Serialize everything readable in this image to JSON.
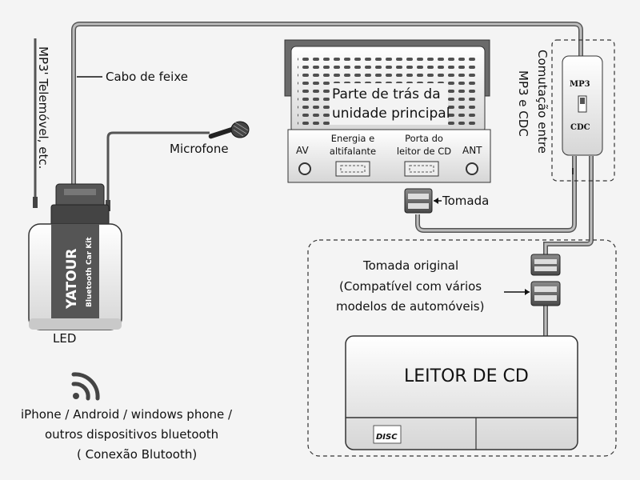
{
  "labels": {
    "mp3_phone": "MP3' Telemóvel, etc.",
    "beam_cable": "Cabo de feixe",
    "microphone": "Microfone",
    "head_unit_back_1": "Parte de trás da",
    "head_unit_back_2": "unidade principal",
    "av": "AV",
    "power_speaker_1": "Energia e",
    "power_speaker_2": "altifalante",
    "cd_port_1": "Porta do",
    "cd_port_2": "leitor de CD",
    "ant": "ANT",
    "plug": "Tomada",
    "switch_line1": "Comutação entre",
    "switch_line2": "MP3 e CDC",
    "switch_mp3": "MP3",
    "switch_cdc": "CDC",
    "orig_1": "Tomada original",
    "orig_2": "(Compatível com vários",
    "orig_3": "modelos de automóveis)",
    "cd_player": "LEITOR DE CD",
    "disc_logo": "DISC",
    "led": "LED",
    "brand": "YATOUR",
    "brand_sub": "Bluetooth Car Kit",
    "bt_1": "iPhone / Android / windows phone /",
    "bt_2": "outros dispositivos bluetooth",
    "bt_3": "( Conexão Blutooth)"
  },
  "icons": [
    "wifi-signal-icon",
    "microphone-icon"
  ]
}
